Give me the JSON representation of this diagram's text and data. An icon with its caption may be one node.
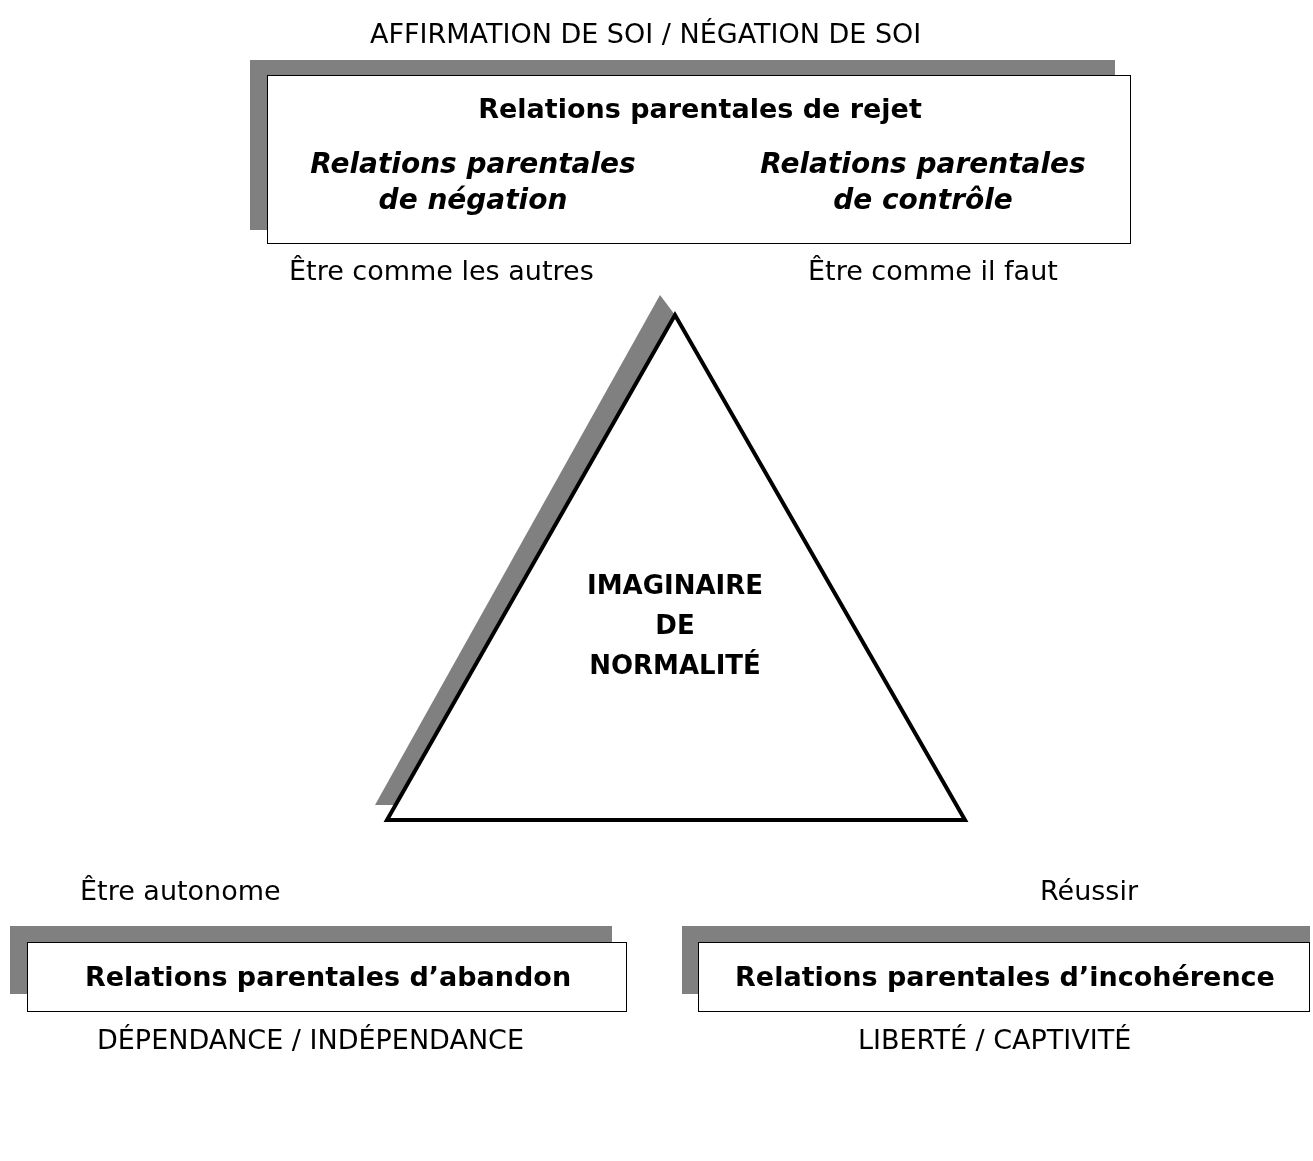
{
  "diagram": {
    "nodes": [
      {
        "text": [
          "Relations parentales de rejet",
          "Relations parentales de négation",
          "Relations parentales de contrôle"
        ],
        "beside": [
          "AFFIRMATION DE SOI / NÉGATION DE SOI"
        ]
      },
      {
        "text": [
          "IMAGINAIRE DE NORMALITÉ"
        ]
      },
      {
        "text": [
          "Relations parentales d’abandon"
        ],
        "beside": [
          "DÉPENDANCE / INDÉPENDANCE"
        ]
      },
      {
        "text": [
          "Relations parentales d’incohérence"
        ],
        "beside": [
          "LIBERTÉ / CAPTIVITÉ"
        ]
      }
    ],
    "edges": [],
    "labels": [
      "Être comme les autres",
      "Être comme il faut",
      "Être autonome",
      "Réussir"
    ]
  }
}
